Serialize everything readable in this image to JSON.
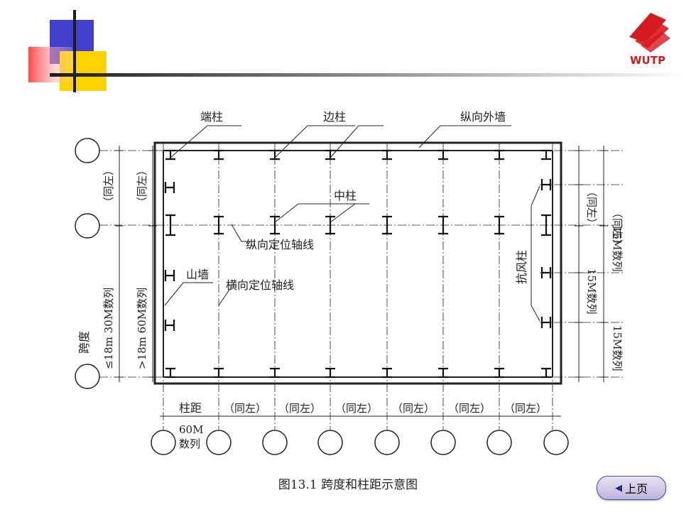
{
  "brand": {
    "logo_text": "WUTP",
    "logo_color": "#d71920",
    "accent_blue": "#2b2bc8",
    "accent_yellow": "#ffd200"
  },
  "diagram": {
    "labels": {
      "end_column": "端柱",
      "edge_column": "边柱",
      "long_outer_wall": "纵向外墙",
      "middle_column": "中柱",
      "long_axis": "纵向定位轴线",
      "gable_wall": "山墙",
      "trans_axis": "横向定位轴线",
      "wind_column": "抗风柱"
    },
    "left": {
      "same_1": "（同左）",
      "same_2": "（同左）",
      "span": "跨度",
      "le18_30m": "≤18m 30M数列",
      "gt18_60m": ">18m 60M数列"
    },
    "right": {
      "same_1": "（同左）",
      "same_2": "（同左）",
      "m15_1": "15M数列",
      "m15_2": "15M数列",
      "m15_3": "15M数列"
    },
    "bottom": {
      "column_spacing": "柱距",
      "same": [
        "（同左）",
        "（同左）",
        "（同左）",
        "（同左）",
        "（同左）",
        "（同左）"
      ],
      "m60": "60M",
      "series": "数列"
    }
  },
  "caption": "图13.1 跨度和柱距示意图",
  "nav": {
    "prev_label": "上页",
    "prev_icon": "triangle-left-icon"
  }
}
